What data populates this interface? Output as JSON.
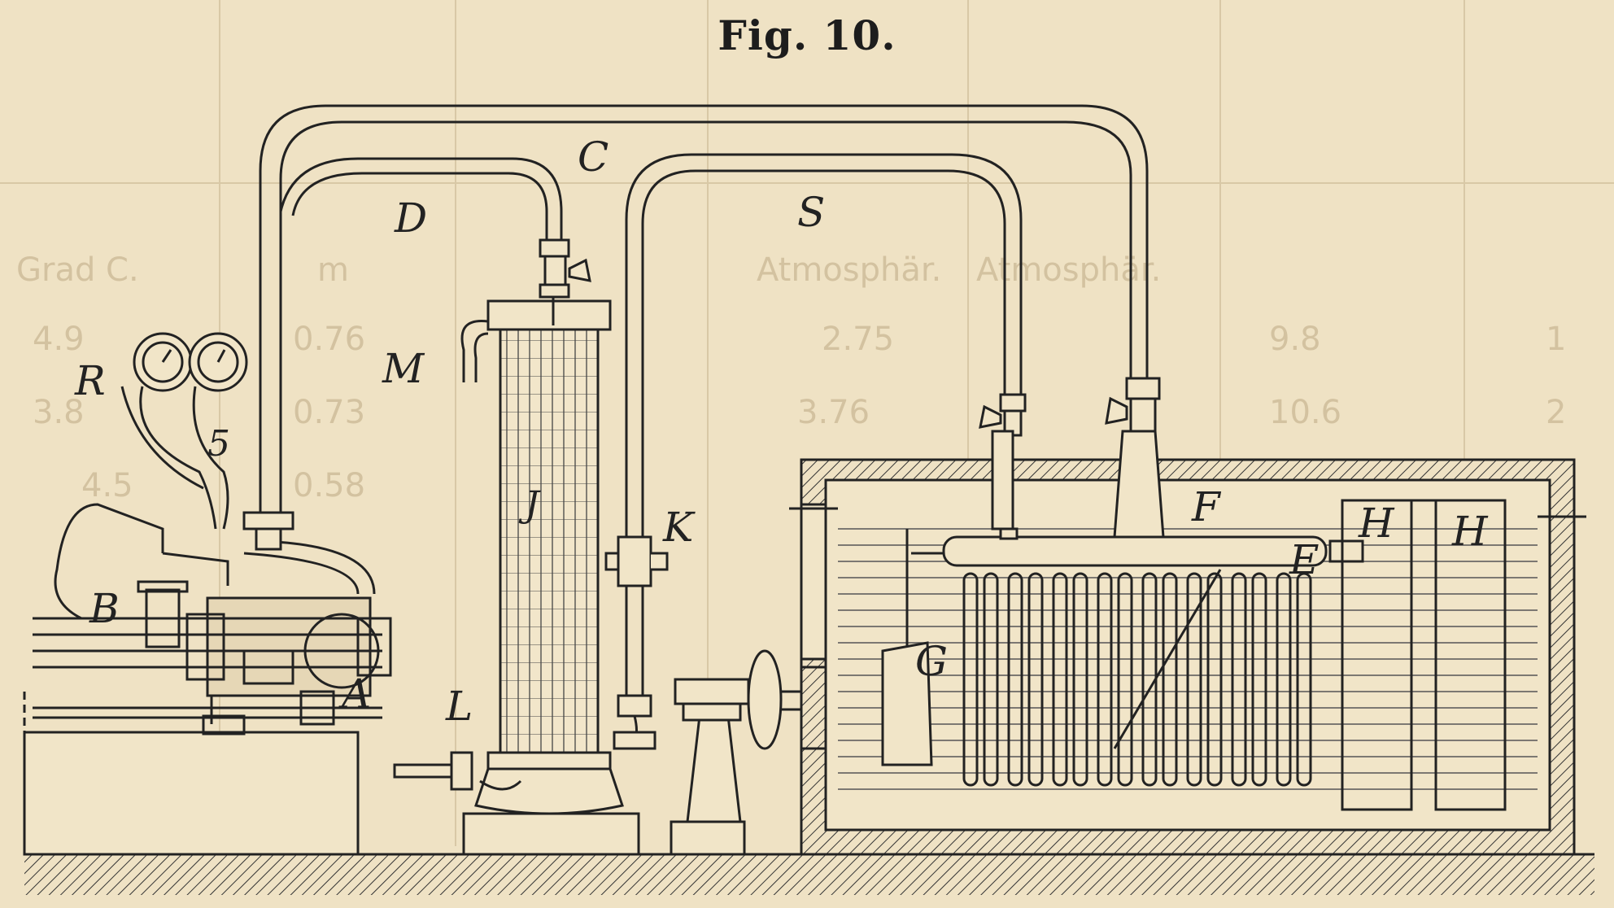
{
  "figure": {
    "title": "Fig. 10."
  },
  "labels": {
    "R": "R",
    "five": "5",
    "B": "B",
    "A": "A",
    "D": "D",
    "C": "C",
    "S": "S",
    "M": "M",
    "J": "J",
    "K": "K",
    "L": "L",
    "F": "F",
    "E": "E",
    "G": "G",
    "H1": "H",
    "H2": "H"
  },
  "bleed_through": {
    "row1": [
      "Grad C.",
      "m",
      "Atmosphär.",
      "Atmosphär."
    ],
    "row2": [
      "1",
      "9.8",
      "2.75",
      "0.76",
      "4.9"
    ],
    "row3": [
      "2",
      "10.6",
      "3.76",
      "0.73",
      "3.8"
    ],
    "row4": [
      "4.5",
      "0.58"
    ]
  },
  "colors": {
    "paper": "#efe2c4",
    "ink": "#222222",
    "bleed": "#d3c2a0"
  }
}
